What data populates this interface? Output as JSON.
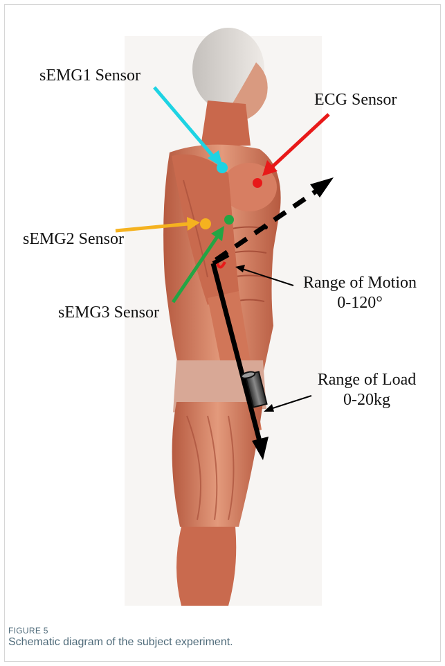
{
  "labels": {
    "semg1": "sEMG1 Sensor",
    "ecg": "ECG Sensor",
    "semg2": "sEMG2 Sensor",
    "semg3": "sEMG3 Sensor",
    "motion_line1": "Range of Motion",
    "motion_line2": "0-120°",
    "load_line1": "Range of Load",
    "load_line2": "0-20kg"
  },
  "caption": {
    "number": "FIGURE 5",
    "text": "Schematic diagram of the subject experiment."
  },
  "colors": {
    "semg1": "#1ed3e3",
    "ecg": "#e81919",
    "semg2": "#f5b21f",
    "semg3": "#23a544",
    "arm": "#000000",
    "caption": "#4f6b7a",
    "muscle": "#c96a4e",
    "muscle_light": "#e39a7c"
  },
  "icons": {
    "figure": "anatomical-muscle-body-illustration",
    "load": "weight-cylinder-icon"
  }
}
